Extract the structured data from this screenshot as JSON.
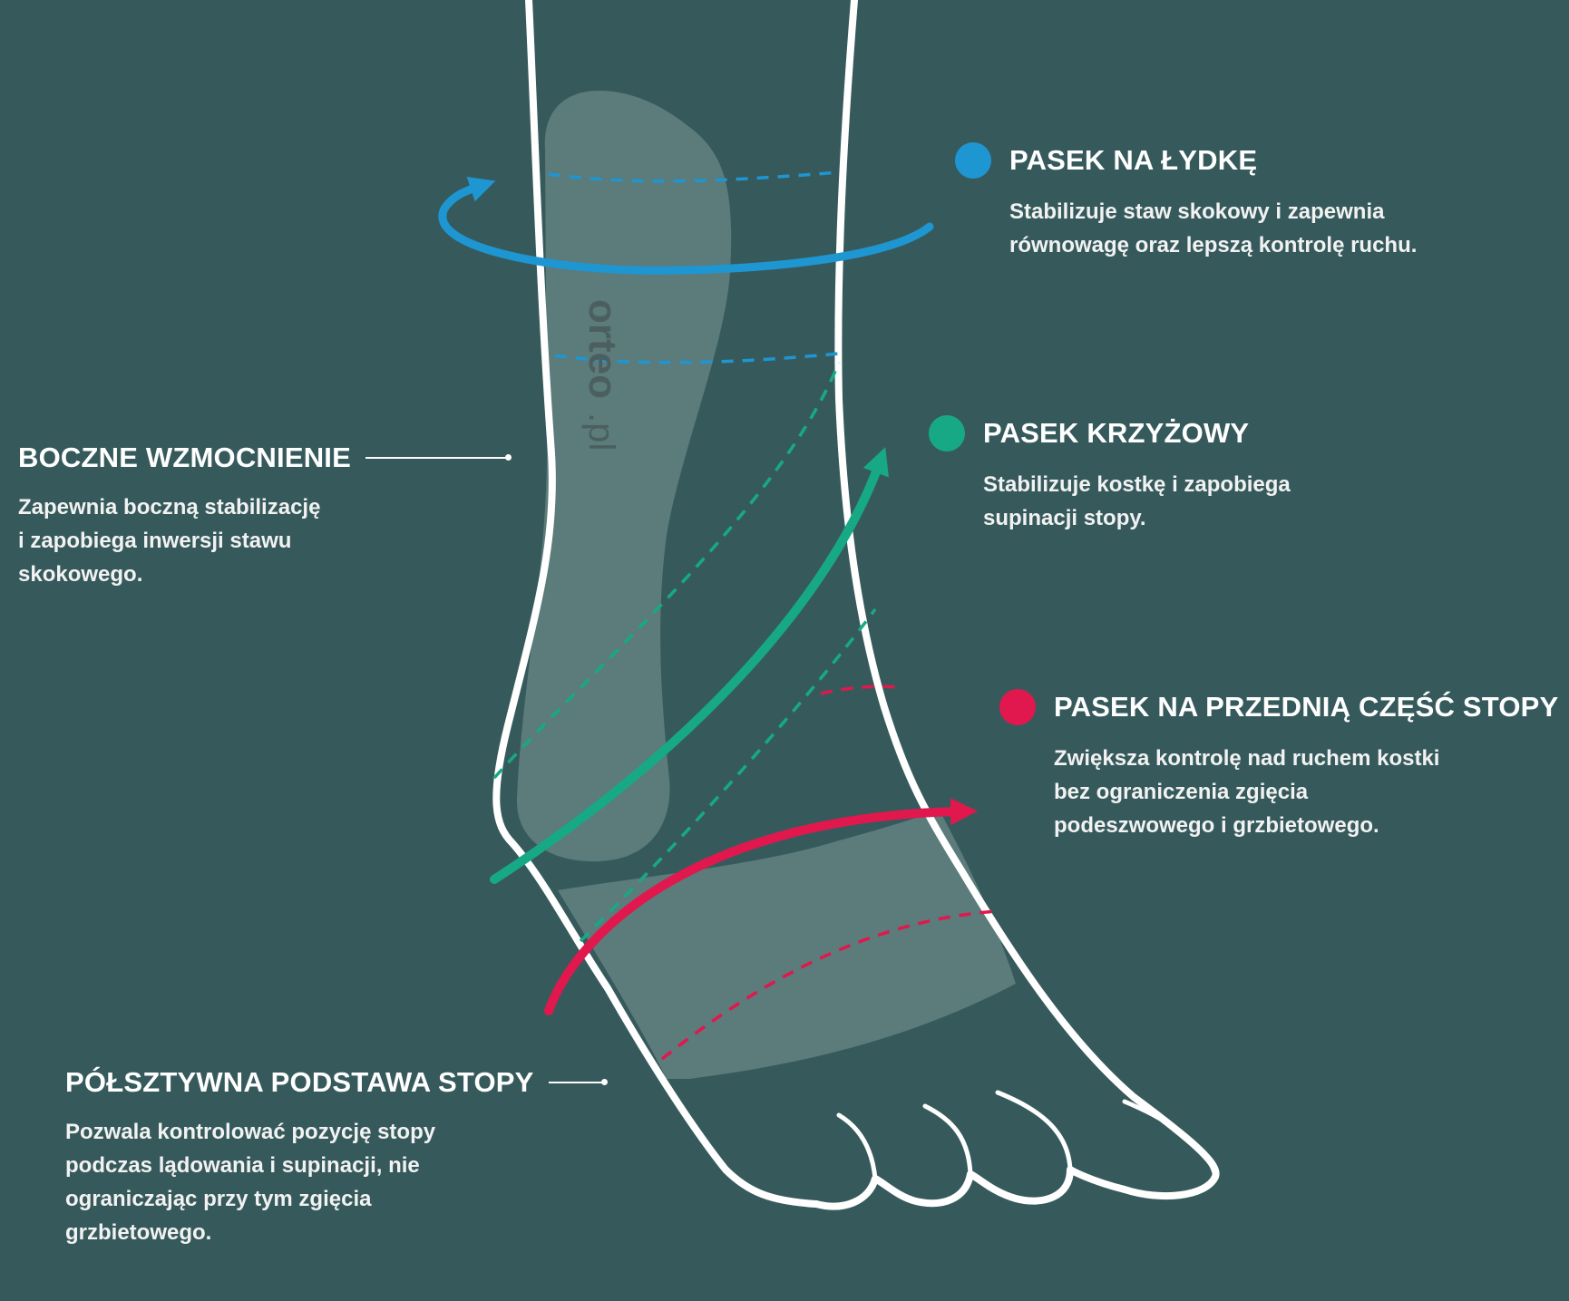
{
  "brand": {
    "watermark_main": "orteo",
    "watermark_suffix": ".pl"
  },
  "colors": {
    "background": "#365a5c",
    "outline": "#ffffff",
    "pad": "#5f7d7c",
    "calf_strap": "#1e96d2",
    "cross_strap": "#17a986",
    "forefoot_strap": "#e0184d"
  },
  "callouts": {
    "calf": {
      "title": "PASEK NA ŁYDKĘ",
      "lines": [
        "Stabilizuje staw skokowy i zapewnia",
        "równowagę oraz lepszą kontrolę ruchu."
      ]
    },
    "cross": {
      "title": "PASEK KRZYŻOWY",
      "lines": [
        "Stabilizuje kostkę i zapobiega",
        "supinacji stopy."
      ]
    },
    "forefoot": {
      "title": "PASEK NA PRZEDNIĄ CZĘŚĆ STOPY",
      "lines": [
        "Zwiększa kontrolę nad ruchem kostki",
        "bez ograniczenia zgięcia",
        "podeszwowego i grzbietowego."
      ]
    },
    "lateral": {
      "title": "BOCZNE WZMOCNIENIE",
      "lines": [
        "Zapewnia boczną stabilizację",
        "i zapobiega inwersji stawu",
        "skokowego."
      ]
    },
    "base": {
      "title": "PÓŁSZTYWNA PODSTAWA STOPY",
      "lines": [
        "Pozwala kontrolować pozycję stopy",
        "podczas lądowania i supinacji, nie",
        "ograniczając przy tym zgięcia",
        "grzbietowego."
      ]
    }
  }
}
